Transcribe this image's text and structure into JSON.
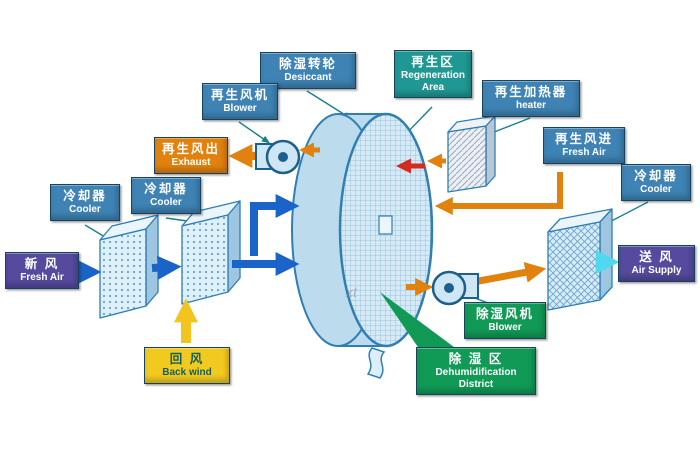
{
  "watermark": "xt",
  "colors": {
    "process_blue": "#1a63c8",
    "regen_orange": "#e2820e",
    "hot_red": "#d22b20",
    "supply_cyan": "#4fd8ef",
    "return_yellow": "#f2c41d",
    "callout_teal": "#17808f",
    "wheel_fill": "#bcdcee",
    "wheel_outline": "#2f7fb5",
    "blower_outline": "#1d608e",
    "label_blue": "#3e83b4",
    "label_teal": "#1f9894",
    "label_green": "#109a55",
    "label_orange": "#e2820e",
    "label_yellow": "#f2ca1f",
    "label_purple": "#554a9e"
  },
  "labels": {
    "desiccant": {
      "zh": "除湿转轮",
      "en": "Desiccant"
    },
    "regen_area": {
      "zh": "再生区",
      "en": "Regeneration Area"
    },
    "regen_blower": {
      "zh": "再生风机",
      "en": "Blower"
    },
    "regen_heater": {
      "zh": "再生加热器",
      "en": "heater"
    },
    "exhaust": {
      "zh": "再生风出",
      "en": "Exhaust"
    },
    "regen_fresh_air": {
      "zh": "再生风进",
      "en": "Fresh Air"
    },
    "cooler_right": {
      "zh": "冷却器",
      "en": "Cooler"
    },
    "cooler_left_outer": {
      "zh": "冷却器",
      "en": "Cooler"
    },
    "cooler_left_inner": {
      "zh": "冷却器",
      "en": "Cooler"
    },
    "fresh_air": {
      "zh": "新 风",
      "en": "Fresh Air"
    },
    "air_supply": {
      "zh": "送 风",
      "en": "Air Supply"
    },
    "back_wind": {
      "zh": "回 风",
      "en": "Back wind"
    },
    "dehum_blower": {
      "zh": "除湿风机",
      "en": "Blower"
    },
    "dehum_district": {
      "zh": "除 湿 区",
      "en": "Dehumidification District"
    }
  }
}
